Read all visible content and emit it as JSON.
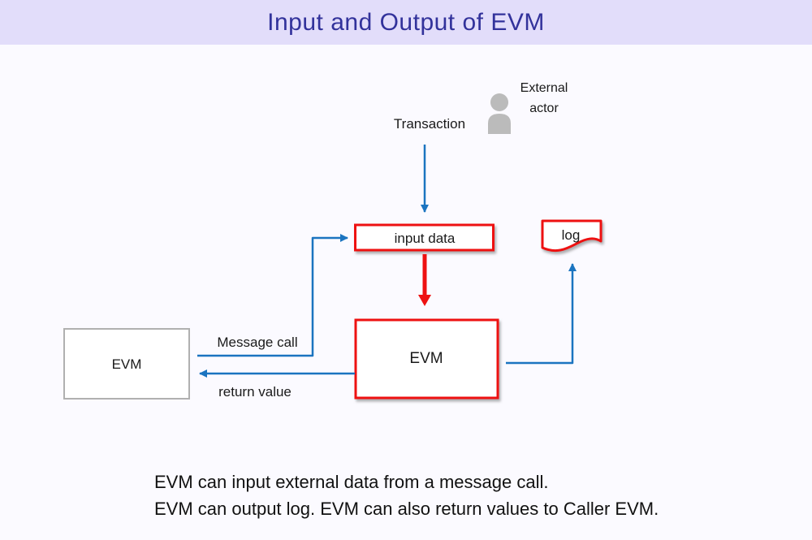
{
  "slide": {
    "title": "Input and Output of EVM"
  },
  "diagram": {
    "external_actor_line1": "External",
    "external_actor_line2": "actor",
    "transaction_label": "Transaction",
    "input_data_label": "input data",
    "log_label": "log",
    "evm_box_label": "EVM",
    "caller_evm_label": "EVM",
    "message_call_label": "Message call",
    "return_value_label": "return value"
  },
  "caption": {
    "line1": "EVM can input external data from a message call.",
    "line2": "EVM can output log. EVM can also return values to Caller EVM."
  },
  "colors": {
    "header_bg": "#E2DDFA",
    "page_bg": "#FBFAFF",
    "title_text": "#32329B",
    "accent_red": "#EE1111",
    "accent_blue": "#1B74C0",
    "actor_gray": "#BBBBBB",
    "caller_box_border": "#B0B0B0",
    "body_text": "#111111"
  }
}
